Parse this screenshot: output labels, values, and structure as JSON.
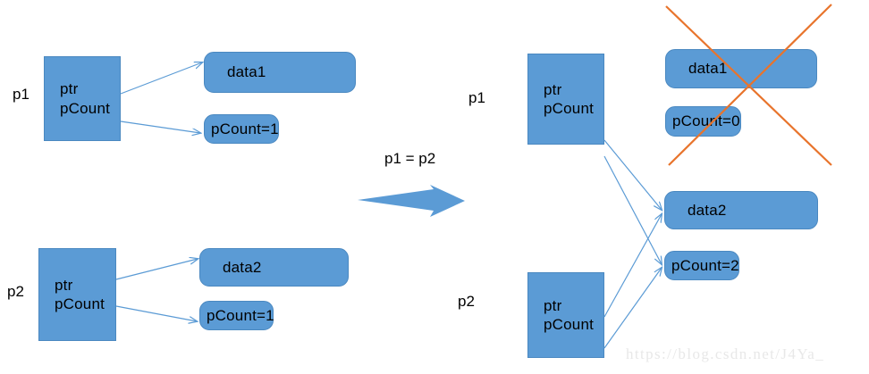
{
  "diagram": {
    "title": "shared pointer assignment p1 = p2",
    "colors": {
      "node_fill": "#5B9BD5",
      "node_stroke": "#4a88c0",
      "connector": "#5B9BD5",
      "cross_out": "#E8742C",
      "big_arrow": "#5B9BD5",
      "text": "#000000",
      "watermark": "#e8e8e8",
      "background": "#ffffff"
    },
    "operation_label": "p1 = p2",
    "watermark": "https://blog.csdn.net/J4Ya_",
    "before": {
      "p1": {
        "var_label": "p1",
        "box_line1": "ptr",
        "box_line2": "pCount",
        "data_label": "data1",
        "count_label": "pCount=1"
      },
      "p2": {
        "var_label": "p2",
        "box_line1": "ptr",
        "box_line2": "pCount",
        "data_label": "data2",
        "count_label": "pCount=1"
      }
    },
    "after": {
      "p1": {
        "var_label": "p1",
        "box_line1": "ptr",
        "box_line2": "pCount",
        "orphan_data_label": "data1",
        "orphan_count_label": "pCount=0"
      },
      "p2": {
        "var_label": "p2",
        "box_line1": "ptr",
        "box_line2": "pCount"
      },
      "shared": {
        "data_label": "data2",
        "count_label": "pCount=2"
      }
    }
  }
}
